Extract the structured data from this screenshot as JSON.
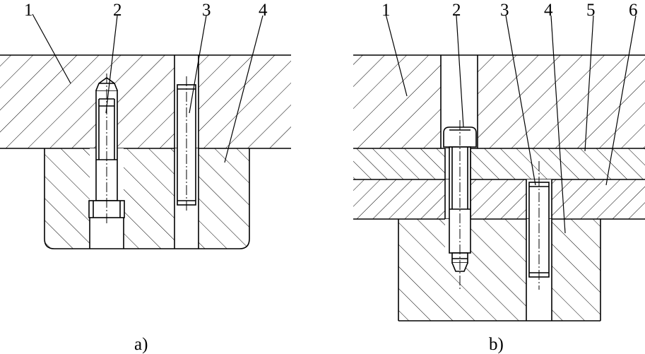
{
  "diagram_a": {
    "caption": "a)",
    "labels": [
      "1",
      "2",
      "3",
      "4"
    ]
  },
  "diagram_b": {
    "caption": "b)",
    "labels": [
      "1",
      "2",
      "3",
      "4",
      "5",
      "6"
    ]
  },
  "colors": {
    "line": "#000000",
    "background": "#ffffff"
  }
}
